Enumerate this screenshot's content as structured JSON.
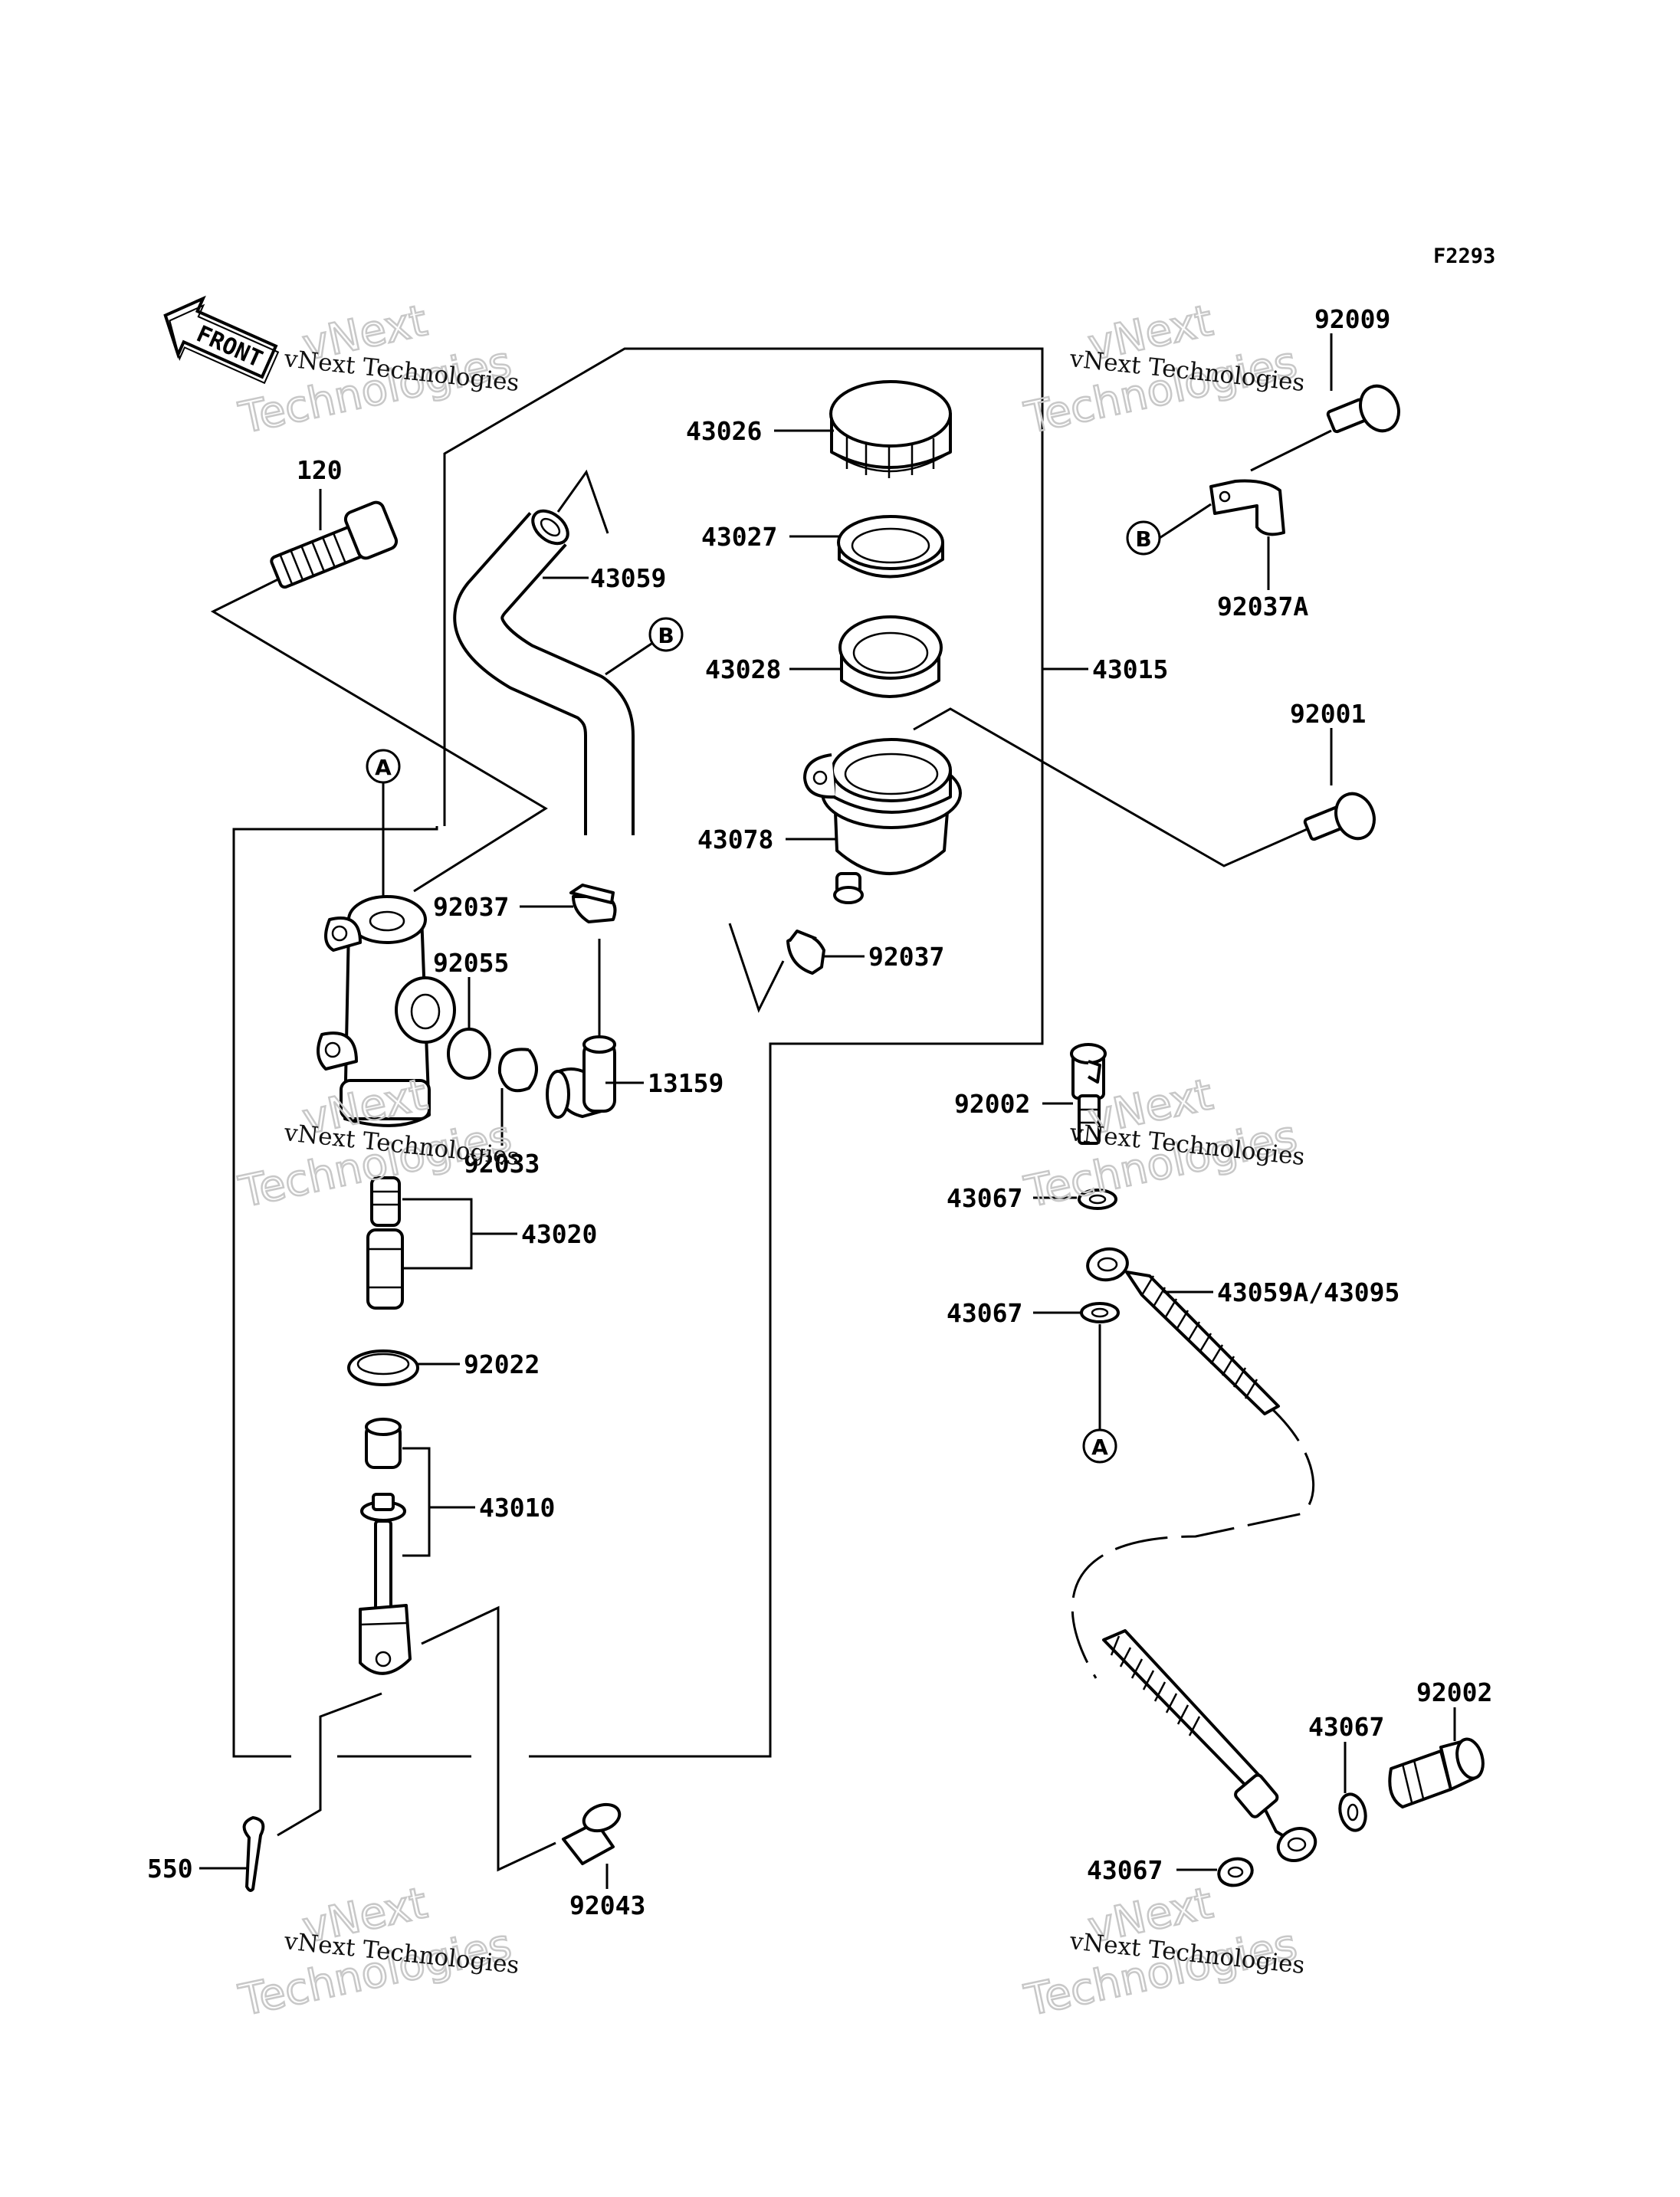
{
  "figure_code": "F2293",
  "front_label": "FRONT",
  "watermark": {
    "line1": "vNext Technologies",
    "line2": "vNext",
    "line3": "Technologies"
  },
  "callouts": {
    "A": "A",
    "B": "B"
  },
  "parts": {
    "p120": "120",
    "p43059": "43059",
    "p43026": "43026",
    "p43027": "43027",
    "p43028": "43028",
    "p43015": "43015",
    "p43078": "43078",
    "p92009": "92009",
    "p92037A": "92037A",
    "p92001": "92001",
    "p92037_top": "92037",
    "p92037_mid": "92037",
    "p92055": "92055",
    "p13159": "13159",
    "p92033": "92033",
    "p92002_top": "92002",
    "p43067_a": "43067",
    "p43059A": "43059A/43095",
    "p43067_b": "43067",
    "p43020": "43020",
    "p92022": "92022",
    "p43010": "43010",
    "p550": "550",
    "p92043": "92043",
    "p92002_bot": "92002",
    "p43067_c": "43067",
    "p43067_d": "43067"
  }
}
